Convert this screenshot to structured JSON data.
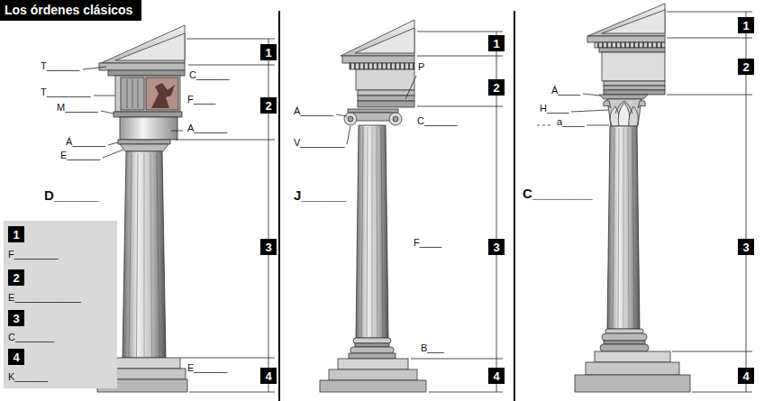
{
  "diagram": {
    "title": "Los órdenes clásicos",
    "nodes": [
      {
        "text": [
          "1"
        ]
      },
      {
        "text": [
          "2"
        ]
      },
      {
        "text": [
          "3"
        ]
      },
      {
        "text": [
          "4"
        ]
      },
      {
        "text": [
          "1"
        ]
      },
      {
        "text": [
          "2"
        ]
      },
      {
        "text": [
          "3"
        ]
      },
      {
        "text": [
          "4"
        ]
      },
      {
        "text": [
          "1"
        ]
      },
      {
        "text": [
          "2"
        ]
      },
      {
        "text": [
          "3"
        ]
      },
      {
        "text": [
          "4"
        ]
      },
      {
        "text": [
          "F________",
          "E____________",
          "C_______",
          "K______"
        ]
      },
      {
        "text": [
          "1"
        ],
        "in": 12
      },
      {
        "text": [
          "2"
        ],
        "in": 12
      },
      {
        "text": [
          "3"
        ],
        "in": 12
      },
      {
        "text": [
          "4"
        ],
        "in": 12
      }
    ],
    "labels": [
      "T______",
      "C______",
      "T________",
      "F____",
      "M______",
      "A______",
      "Á______",
      "E______",
      "D______",
      "E______",
      "P",
      "Á______",
      "C______",
      "V________",
      "J______",
      "F____",
      "B___",
      "Á____",
      "H____",
      "a____",
      "C________"
    ]
  }
}
